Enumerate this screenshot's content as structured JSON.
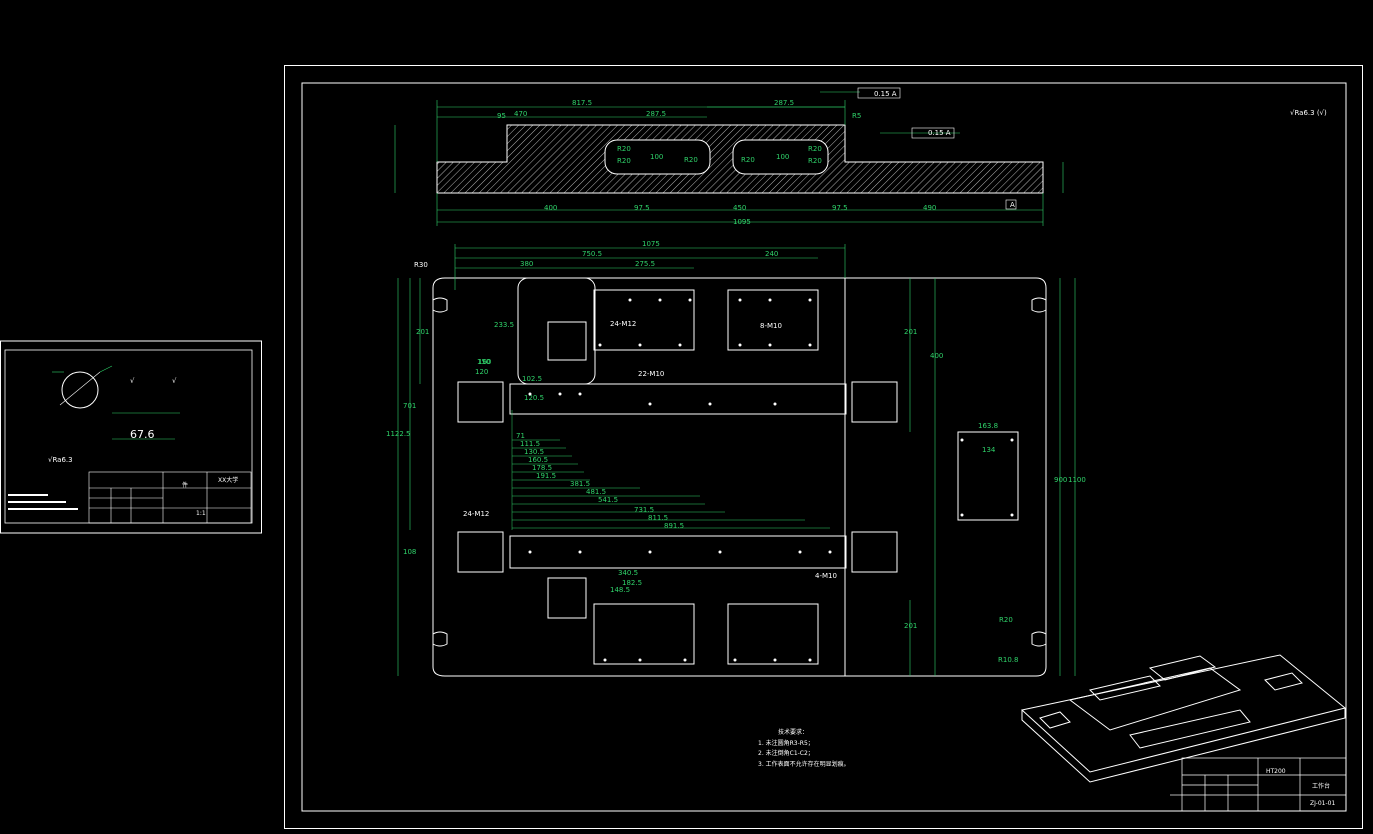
{
  "detail_sheet": {
    "value": "67.6",
    "roughness": "√Ra6.3",
    "table": {
      "school": "XX大学",
      "name": "件",
      "scale": "1:1"
    }
  },
  "section_view": {
    "dims_top": [
      "817.5",
      "470",
      "287.5",
      "287.5",
      "95",
      "R5"
    ],
    "dims_bottom": [
      "400",
      "97.5",
      "450",
      "97.5",
      "490",
      "1095"
    ],
    "holes": [
      "R20",
      "R20",
      "100",
      "R20",
      "R20",
      "R20",
      "100",
      "R20"
    ],
    "tolerance_1": "0.15 A",
    "tolerance_2": "0.15 A",
    "datum": "A"
  },
  "plan_view": {
    "dims_top": [
      "1075",
      "750.5",
      "380",
      "275.5",
      "240"
    ],
    "pocket_labels": [
      "24-M12",
      "22-M10",
      "8-M10",
      "4-M10",
      "24-M12"
    ],
    "dims_left": [
      "1122.5",
      "701",
      "201",
      "108"
    ],
    "dims_right": [
      "400",
      "900",
      "1100",
      "201",
      "201"
    ],
    "chain_dims": [
      "71",
      "111.5",
      "130.5",
      "160.5",
      "178.5",
      "191.5",
      "381.5",
      "481.5",
      "541.5",
      "731.5",
      "811.5",
      "891.5"
    ],
    "misc_dims": [
      "233.5",
      "160",
      "150",
      "120",
      "102.5",
      "120.5",
      "163.8",
      "134",
      "340.5",
      "182.5",
      "148.5",
      "R20",
      "R10.8",
      "R30"
    ]
  },
  "notes": {
    "title": "技术要求：",
    "items": [
      "1. 未注圆角R3-R5；",
      "2. 未注倒角C1-C2；",
      "3. 工作表面不允许存在明显划痕。"
    ]
  },
  "title_block": {
    "material": "HT200",
    "part_name": "工作台",
    "drawing_no": "ZJ-01-01"
  },
  "top_right_roughness": "√Ra6.3 (√)"
}
